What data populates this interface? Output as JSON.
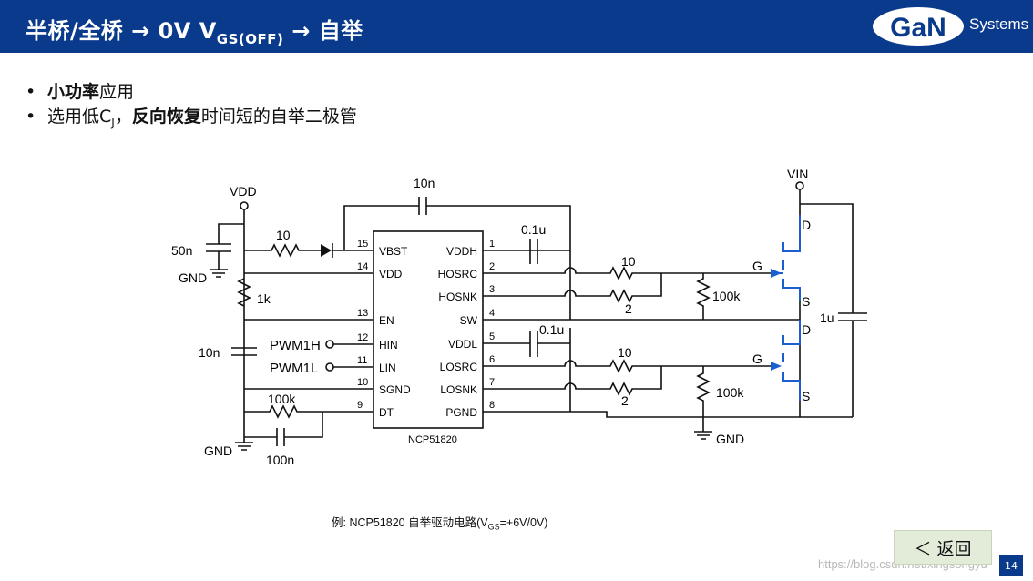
{
  "header": {
    "title_main": "半桥/全桥 → 0V V",
    "title_sub": "GS(OFF)",
    "title_tail": " → 自举",
    "logo_brand": "GaN",
    "logo_text": "Systems"
  },
  "bullets": {
    "b1_bold": "小功率",
    "b1_rest": "应用",
    "b2_a": "选用低C",
    "b2_sub": "J",
    "b2_b": "，",
    "b2_bold": "反向恢复",
    "b2_rest": "时间短的自举二极管"
  },
  "schematic": {
    "ic_name": "NCP51820",
    "left_pins": [
      {
        "num": "15",
        "name": "VBST"
      },
      {
        "num": "14",
        "name": "VDD"
      },
      {
        "num": "13",
        "name": "EN"
      },
      {
        "num": "12",
        "name": "HIN"
      },
      {
        "num": "11",
        "name": "LIN"
      },
      {
        "num": "10",
        "name": "SGND"
      },
      {
        "num": "9",
        "name": "DT"
      }
    ],
    "right_pins": [
      {
        "num": "1",
        "name": "VDDH"
      },
      {
        "num": "2",
        "name": "HOSRC"
      },
      {
        "num": "3",
        "name": "HOSNK"
      },
      {
        "num": "4",
        "name": "SW"
      },
      {
        "num": "5",
        "name": "VDDL"
      },
      {
        "num": "6",
        "name": "LOSRC"
      },
      {
        "num": "7",
        "name": "LOSNK"
      },
      {
        "num": "8",
        "name": "PGND"
      }
    ],
    "labels": {
      "vdd": "VDD",
      "vin": "VIN",
      "gnd": "GND",
      "c_50n": "50n",
      "r_10": "10",
      "r_1k": "1k",
      "c_10n": "10n",
      "c_10n_top": "10n",
      "pwm1h": "PWM1H",
      "pwm1l": "PWM1L",
      "r_100k": "100k",
      "c_100n": "100n",
      "c_01u": "0.1u",
      "r_gate_src": "10",
      "r_gate_snk": "2",
      "r_pd": "100k",
      "c_1u": "1u",
      "gate": "G",
      "drain": "D",
      "source": "S"
    }
  },
  "caption": {
    "prefix": "例",
    "text_a": ": NCP51820 自举驱动电路(V",
    "sub": "GS",
    "text_b": "=+6V/0V)"
  },
  "back_button": "＜ 返回",
  "page_number": "14",
  "watermark": "https://blog.csdn.net/xingsongyu",
  "colors": {
    "header": "#0a3a8c",
    "mosfet": "#1a5fd0",
    "back_bg": "#e2ecd8"
  }
}
